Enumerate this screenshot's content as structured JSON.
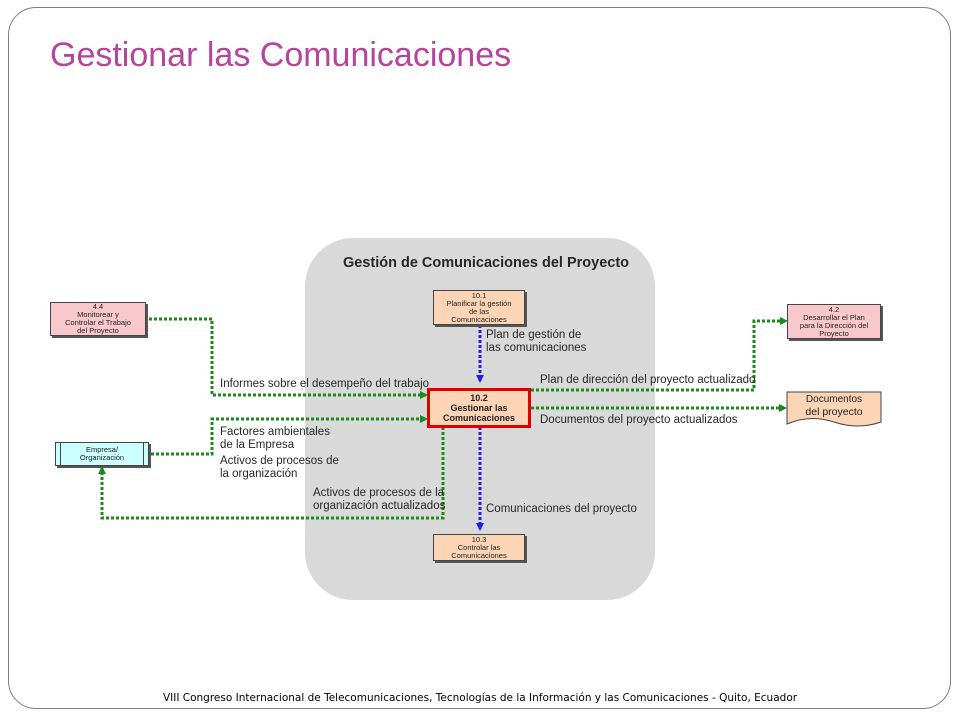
{
  "slide": {
    "title": "Gestionar las Comunicaciones",
    "footer": "VIII Congreso Internacional de Telecomunicaciones, Tecnologías de la Información y las Comunicaciones - Quito, Ecuador"
  },
  "diagram": {
    "region_title": "Gestión de Comunicaciones del Proyecto",
    "nodes": {
      "monitorear": [
        "4.4",
        "Monitorear y",
        "Controlar el Trabajo",
        "del Proyecto"
      ],
      "empresa": [
        "Empresa/",
        "Organización"
      ],
      "planificar": [
        "10.1",
        "Planificar la gestión",
        "de las",
        "Comunicaciones"
      ],
      "gestionar": [
        "10.2",
        "Gestionar las",
        "Comunicaciones"
      ],
      "controlar": [
        "10.3",
        "Controlar las",
        "Comunicaciones"
      ],
      "desarrollar": [
        "4.2",
        "Desarrollar el Plan",
        "para la Dirección del",
        "Proyecto"
      ],
      "documentos": [
        "Documentos",
        "del proyecto"
      ]
    },
    "labels": {
      "plan_gestion": [
        "Plan de gestión de",
        "las comunicaciones"
      ],
      "informes": "Informes sobre el desempeño del trabajo",
      "factores": [
        "Factores ambientales",
        "de la Empresa"
      ],
      "activos": [
        "Activos de procesos de",
        "la organización"
      ],
      "activos_actualizados": [
        "Activos de procesos de la",
        "organización  actualizados"
      ],
      "plan_direccion": "Plan de dirección del proyecto actualizado",
      "documentos_actualizados": "Documentos del proyecto actualizados",
      "comunicaciones": "Comunicaciones del proyecto"
    },
    "colors": {
      "title": "#b4449c",
      "region": "#d9d9d9",
      "input_output_arrow": "#1a8a1a",
      "internal_arrow": "#1f1fe6",
      "central_border": "#e00000"
    }
  }
}
